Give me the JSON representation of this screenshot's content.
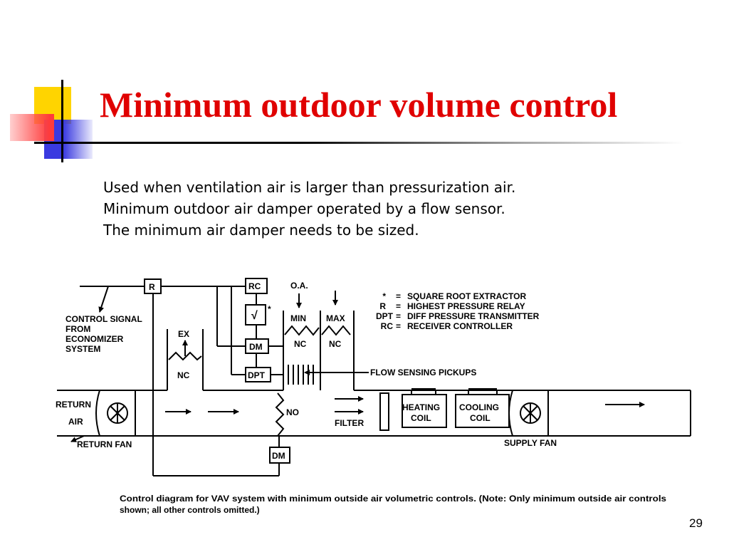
{
  "slide": {
    "title": "Minimum outdoor volume control",
    "bullets": [
      "Used when ventilation air is larger than pressurization air.",
      "Minimum outdoor air damper operated by a flow sensor.",
      "The minimum air damper needs to be sized."
    ],
    "page_number": "29"
  },
  "colors": {
    "title": "#e00000",
    "deco_yellow": "#ffd400",
    "deco_blue": "#3a3ae0",
    "deco_red": "#ff3b3b"
  },
  "diagram": {
    "labels": {
      "control_signal_1": "CONTROL SIGNAL",
      "control_signal_2": "FROM",
      "control_signal_3": "ECONOMIZER",
      "control_signal_4": "SYSTEM",
      "r_box": "R",
      "rc_box": "RC",
      "sqrt_box": "√",
      "star": "*",
      "dm_box": "DM",
      "dpt_box": "DPT",
      "dm_bottom": "DM",
      "oa": "O.A.",
      "min": "MIN",
      "max": "MAX",
      "nc_min": "NC",
      "nc_max": "NC",
      "ex": "EX",
      "nc_ex": "NC",
      "no": "NO",
      "return_1": "RETURN",
      "return_2": "AIR",
      "return_fan": "RETURN FAN",
      "supply_fan": "SUPPLY FAN",
      "filter": "FILTER",
      "heating_1": "HEATING",
      "heating_2": "COIL",
      "cooling_1": "COOLING",
      "cooling_2": "COIL",
      "flow_sensing": "FLOW SENSING PICKUPS"
    },
    "legend": [
      {
        "key": "*",
        "value": "SQUARE ROOT EXTRACTOR"
      },
      {
        "key": "R",
        "value": "HIGHEST PRESSURE RELAY"
      },
      {
        "key": "DPT",
        "value": "DIFF PRESSURE TRANSMITTER"
      },
      {
        "key": "RC",
        "value": "RECEIVER CONTROLLER"
      }
    ],
    "legend_eq": "=",
    "caption_1": "Control diagram for VAV system with minimum outside air volumetric controls. (Note: Only minimum outside air controls",
    "caption_2": "shown; all other controls omitted.)"
  }
}
